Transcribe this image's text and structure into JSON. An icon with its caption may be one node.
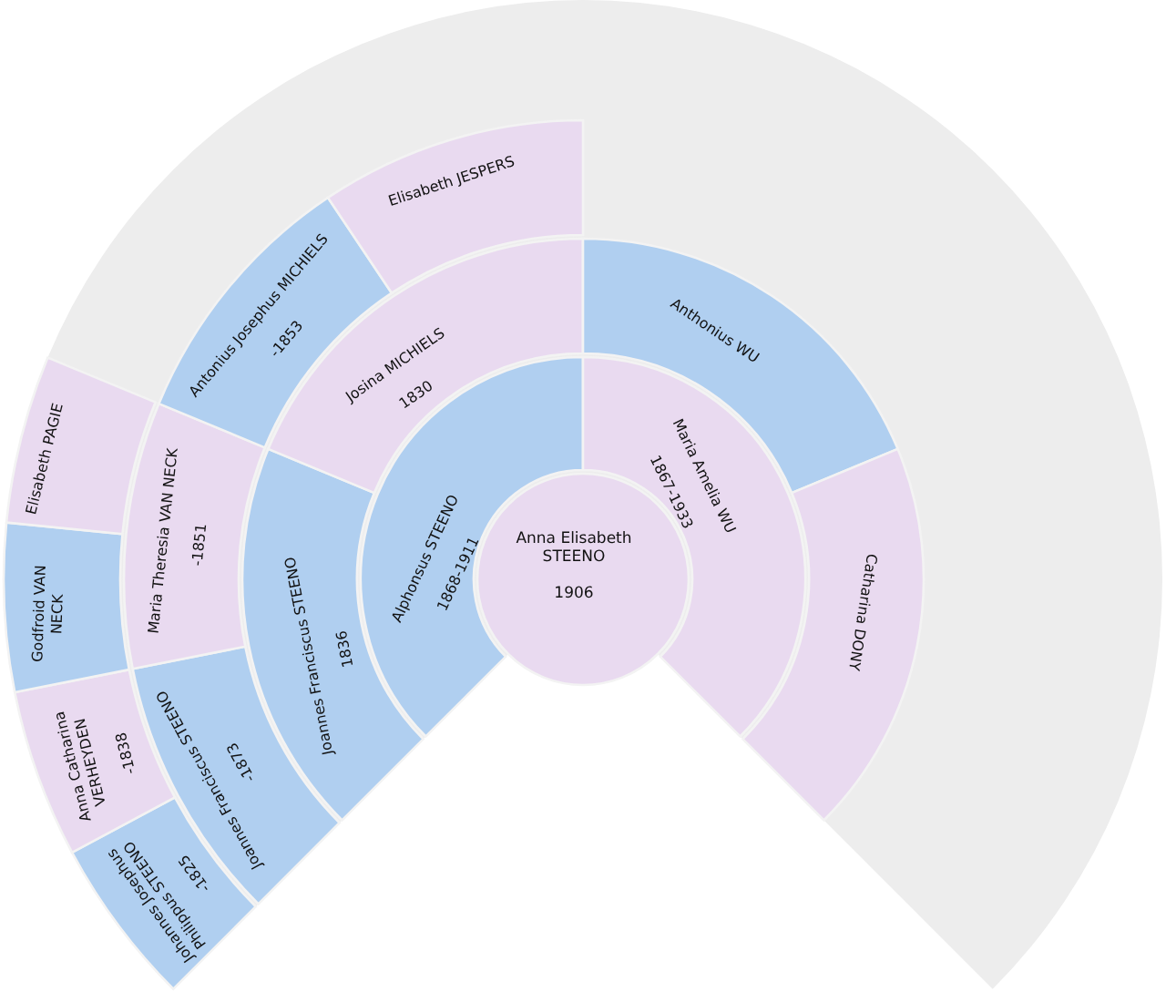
{
  "diagram": {
    "nodes": [
      {
        "text": [
          "Anna Elisabeth STEENO",
          "1906"
        ]
      },
      {
        "text": [
          "Alphonsus STEENO",
          "1868-1911"
        ]
      },
      {
        "text": [
          "Maria Amelia WU",
          "1867-1933"
        ]
      },
      {
        "text": [
          "Joannes Franciscus STEENO",
          "1836"
        ]
      },
      {
        "text": [
          "Josina MICHIELS",
          "1830"
        ]
      },
      {
        "text": [
          "Anthonius WU"
        ]
      },
      {
        "text": [
          "Catharina DONY"
        ]
      },
      {
        "text": [
          "Joannes Franciscus STEENO",
          "-1873"
        ]
      },
      {
        "text": [
          "Maria Theresia VAN NECK",
          "-1851"
        ]
      },
      {
        "text": [
          "Antonius Josephus MICHIELS",
          "-1853"
        ]
      },
      {
        "text": [
          "Elisabeth JESPERS"
        ]
      },
      {
        "text": [
          "Johannes Josephus Philippus STEENO",
          "-1825"
        ]
      },
      {
        "text": [
          "Anna Catharina VERHEYDEN",
          "-1838"
        ]
      },
      {
        "text": [
          "Godfroid VAN NECK"
        ]
      },
      {
        "text": [
          "Elisabeth PAGIE"
        ]
      }
    ]
  }
}
